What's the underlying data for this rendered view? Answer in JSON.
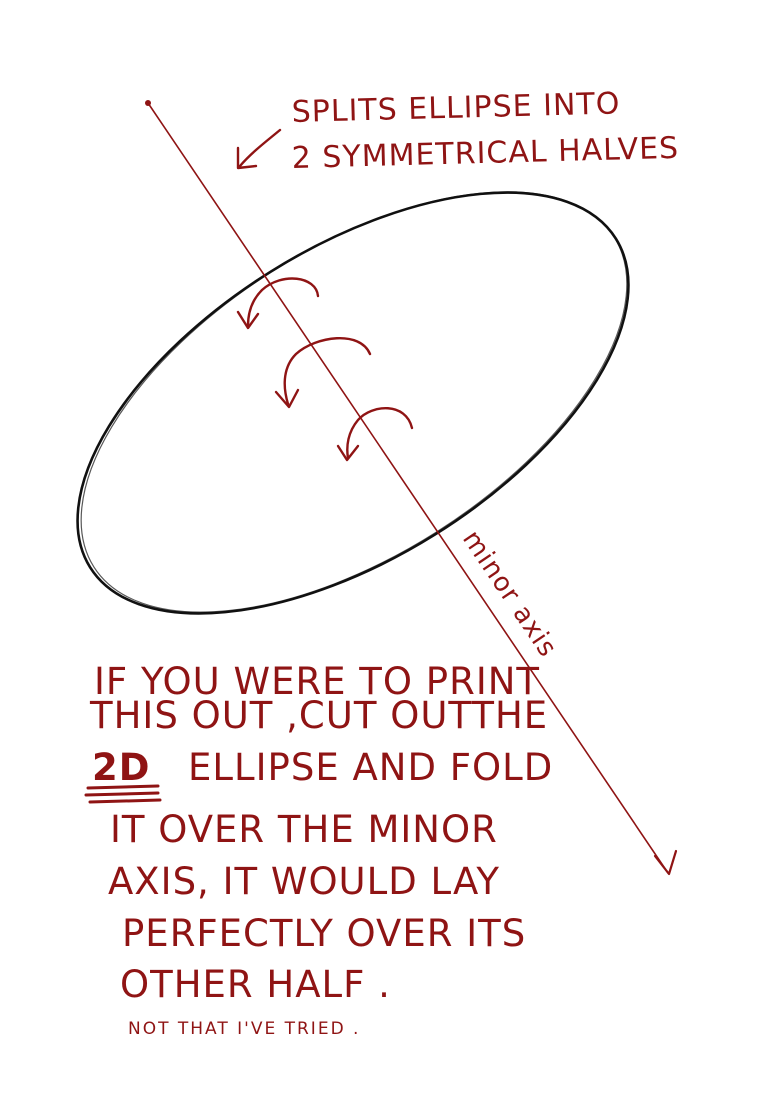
{
  "top_annotation": {
    "line1": "SPLITS ELLIPSE INTO",
    "line2": "2 SYMMETRICAL HALVES"
  },
  "axis_label": "minor axis",
  "explanation": {
    "line1": "IF YOU WERE TO PRINT",
    "line2": "THIS OUT ,CUT OUTTHE",
    "line3_emphasis": "2D",
    "line3_rest": "ELLIPSE  AND FOLD",
    "line4": "IT OVER  THE MINOR",
    "line5": "AXIS, IT WOULD LAY",
    "line6": "PERFECTLY OVER ITS",
    "line7": "OTHER HALF .",
    "footnote": "NOT THAT I'VE TRIED ."
  },
  "colors": {
    "ink_red": "#8f1414",
    "ink_black": "#111111",
    "paper": "#ffffff"
  }
}
